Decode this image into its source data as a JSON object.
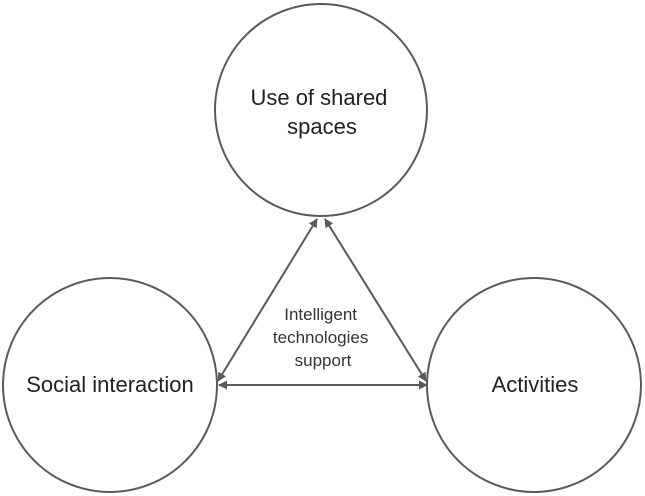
{
  "nodes": {
    "top": {
      "lines": [
        "Use of shared",
        "spaces"
      ]
    },
    "left": {
      "lines": [
        "Social interaction"
      ]
    },
    "right": {
      "lines": [
        "Activities"
      ]
    }
  },
  "center": {
    "lines": [
      "Intelligent",
      "technologies",
      "support"
    ]
  },
  "colors": {
    "stroke": "#5a5a5a",
    "text": "#222222",
    "background": "#ffffff"
  },
  "edges": [
    {
      "from": "top",
      "to": "left",
      "style": "bidirectional-arrow"
    },
    {
      "from": "top",
      "to": "right",
      "style": "bidirectional-arrow"
    },
    {
      "from": "left",
      "to": "right",
      "style": "bidirectional-arrow"
    }
  ]
}
